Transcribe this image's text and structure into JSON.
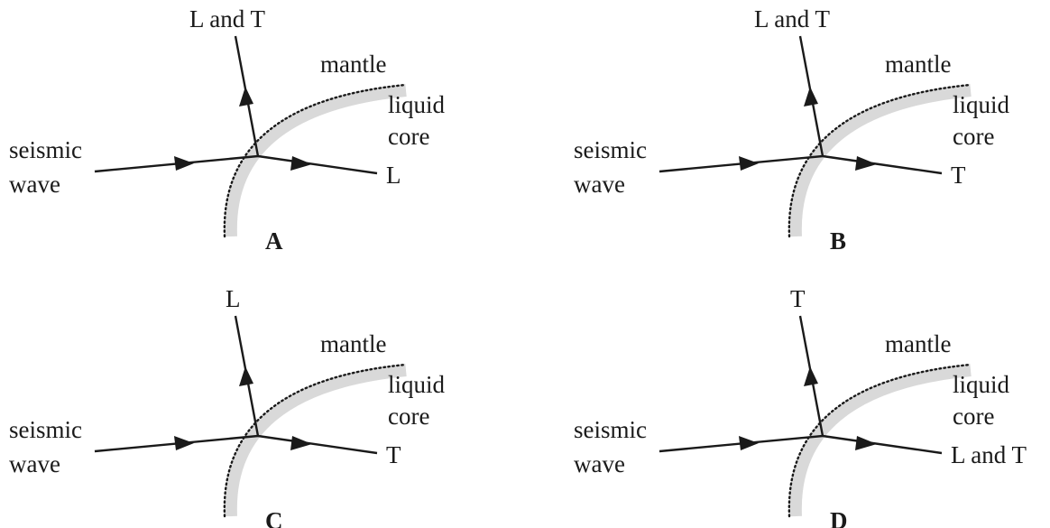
{
  "panels": [
    {
      "letter": "A",
      "incident_label_line1": "seismic",
      "incident_label_line2": "wave",
      "reflected_label": "L and T",
      "refracted_label": "L",
      "mantle_label": "mantle",
      "core_label_line1": "liquid",
      "core_label_line2": "core"
    },
    {
      "letter": "B",
      "incident_label_line1": "seismic",
      "incident_label_line2": "wave",
      "reflected_label": "L and T",
      "refracted_label": "T",
      "mantle_label": "mantle",
      "core_label_line1": "liquid",
      "core_label_line2": "core"
    },
    {
      "letter": "C",
      "incident_label_line1": "seismic",
      "incident_label_line2": "wave",
      "reflected_label": "L",
      "refracted_label": "T",
      "mantle_label": "mantle",
      "core_label_line1": "liquid",
      "core_label_line2": "core"
    },
    {
      "letter": "D",
      "incident_label_line1": "seismic",
      "incident_label_line2": "wave",
      "reflected_label": "T",
      "refracted_label": "L and T",
      "mantle_label": "mantle",
      "core_label_line1": "liquid",
      "core_label_line2": "core"
    }
  ]
}
